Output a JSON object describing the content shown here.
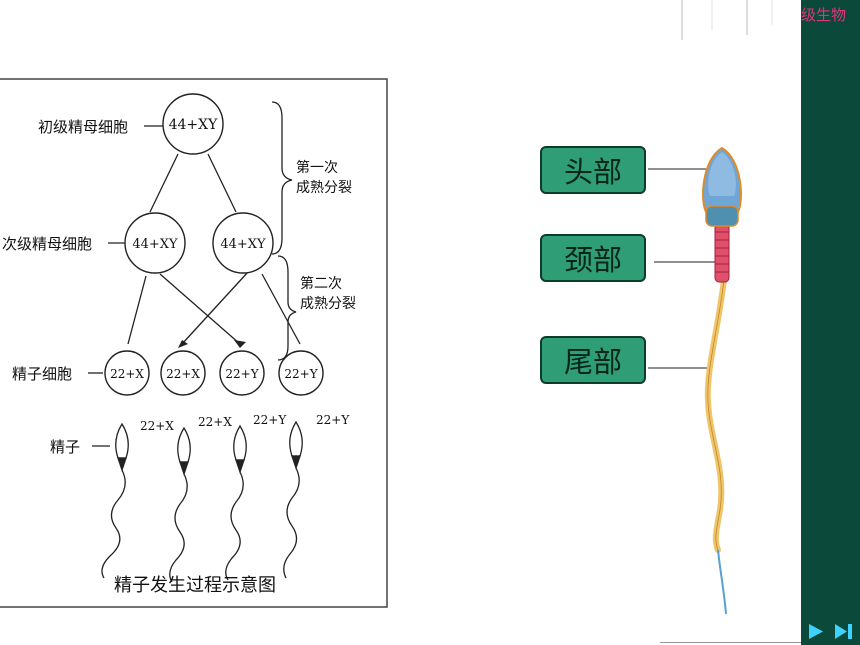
{
  "slide": {
    "corner_label": "级生物"
  },
  "diagram": {
    "title": "精子发生过程示意图",
    "labels": {
      "primary": "初级精母细胞",
      "secondary": "次级精母细胞",
      "spermatid": "精子细胞",
      "sperm": "精子"
    },
    "braces": {
      "first_line1": "第一次",
      "first_line2": "成熟分裂",
      "second_line1": "第二次",
      "second_line2": "成熟分裂"
    },
    "cells": {
      "primary": "44+XY",
      "secondary": [
        "44+XY",
        "44+XY"
      ],
      "spermatids": [
        "22+X",
        "22+X",
        "22+Y",
        "22+Y"
      ],
      "sperms": [
        "22+X",
        "22+X",
        "22+Y",
        "22+Y"
      ]
    }
  },
  "sperm_parts": {
    "head": "头部",
    "neck": "颈部",
    "tail": "尾部"
  },
  "colors": {
    "sidebar": "#0b4a3a",
    "tag_fill": "#2f9e77",
    "head": "#6fa6d6",
    "neck": "#e0506a",
    "tail": "#f2c46a"
  },
  "navigation": {
    "next_icon": "play-next-icon",
    "end_icon": "skip-end-icon"
  }
}
